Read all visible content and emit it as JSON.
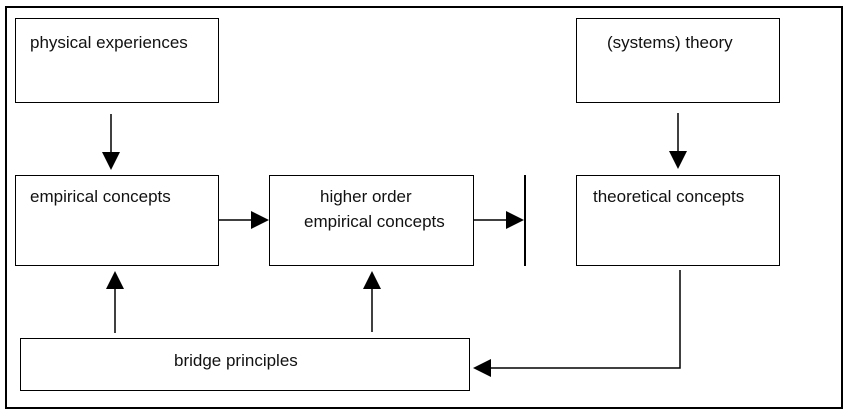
{
  "diagram": {
    "nodes": {
      "physical_experiences": "physical experiences",
      "systems_theory": "(systems) theory",
      "empirical_concepts": "empirical concepts",
      "higher_order_line1": "higher order",
      "higher_order_line2": "empirical concepts",
      "theoretical_concepts": "theoretical concepts",
      "bridge_principles": "bridge principles"
    },
    "edges": [
      {
        "from": "physical experiences",
        "to": "empirical concepts"
      },
      {
        "from": "(systems) theory",
        "to": "theoretical concepts"
      },
      {
        "from": "empirical concepts",
        "to": "higher order empirical concepts"
      },
      {
        "from": "higher order empirical concepts",
        "to": "barrier"
      },
      {
        "from": "bridge principles",
        "to": "empirical concepts"
      },
      {
        "from": "bridge principles",
        "to": "higher order empirical concepts"
      },
      {
        "from": "theoretical concepts",
        "to": "bridge principles"
      }
    ],
    "colors": {
      "stroke": "#000000",
      "text": "#111111",
      "background": "#ffffff"
    }
  }
}
